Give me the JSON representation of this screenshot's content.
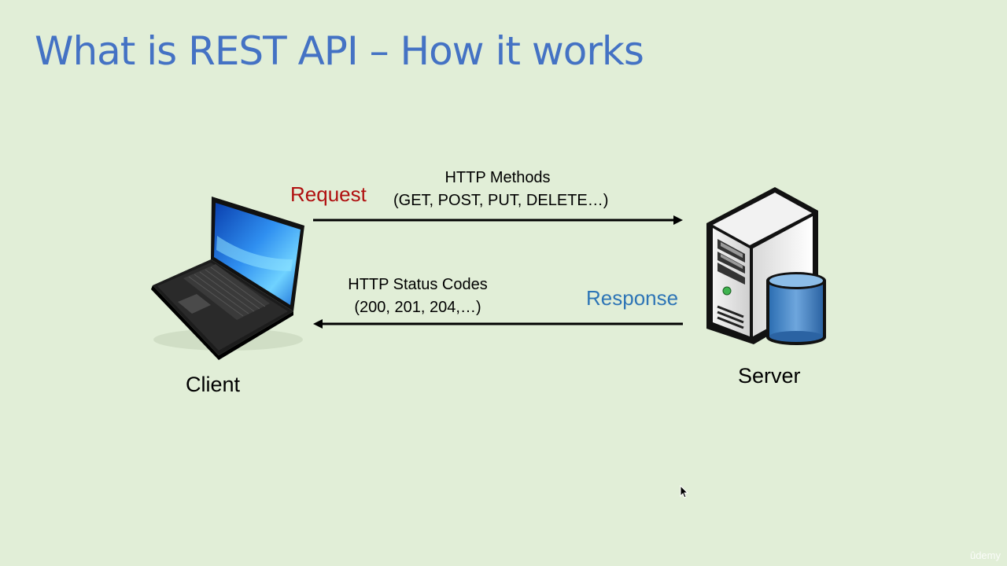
{
  "slide": {
    "title": "What is REST API – How it works"
  },
  "request": {
    "label": "Request",
    "methods_line1": "HTTP Methods",
    "methods_line2": "(GET, POST, PUT, DELETE…)"
  },
  "response": {
    "label": "Response",
    "codes_line1": "HTTP Status Codes",
    "codes_line2": "(200, 201, 204,…)"
  },
  "client": {
    "label": "Client",
    "icon": "laptop-icon"
  },
  "server": {
    "label": "Server",
    "icon": "server-database-icon"
  },
  "watermark": "ûdemy",
  "colors": {
    "background": "#e1eed7",
    "title": "#4472c4",
    "request": "#b01010",
    "response": "#2e75b6"
  }
}
